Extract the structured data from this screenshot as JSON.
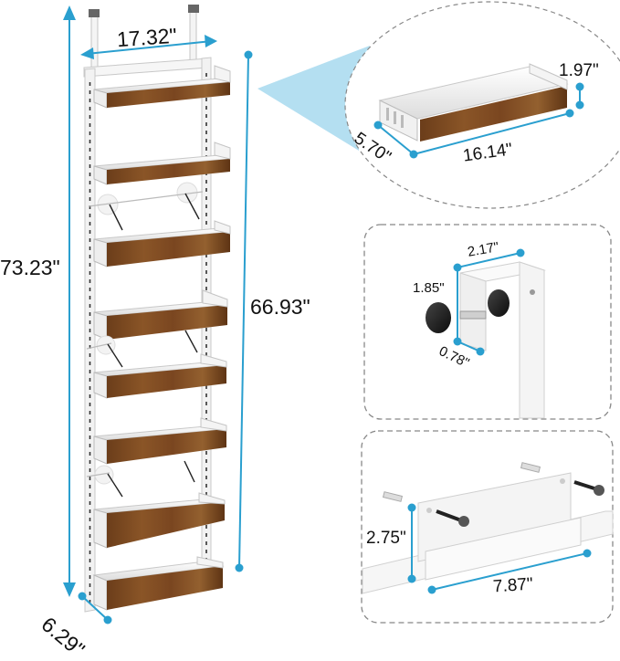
{
  "product": {
    "type": "over-the-door organizer rack",
    "shelf_count": 8
  },
  "colors": {
    "accent": "#2a9fcf",
    "wood": "#7a4a22",
    "wood_dark": "#5a3416",
    "frame": "#f2f2f2",
    "frame_edge": "#c8c8c8",
    "knob": "#1a1a1a",
    "callout_fill": "#a7d9ee",
    "dash": "#888888"
  },
  "main_rack": {
    "width_label": "17.32\"",
    "total_height_label": "73.23\"",
    "rail_height_label": "66.93\"",
    "depth_label": "6.29\""
  },
  "callouts": {
    "shelf": {
      "name": "shelf-detail",
      "length_label": "16.14\"",
      "depth_label": "5.70\"",
      "height_label": "1.97\""
    },
    "door_hook": {
      "name": "door-hook-detail",
      "width_label": "2.17\"",
      "height_label": "1.85\"",
      "depth_label": "0.78\""
    },
    "wall_bracket": {
      "name": "wall-mount-bracket-detail",
      "height_label": "2.75\"",
      "length_label": "7.87\""
    }
  }
}
